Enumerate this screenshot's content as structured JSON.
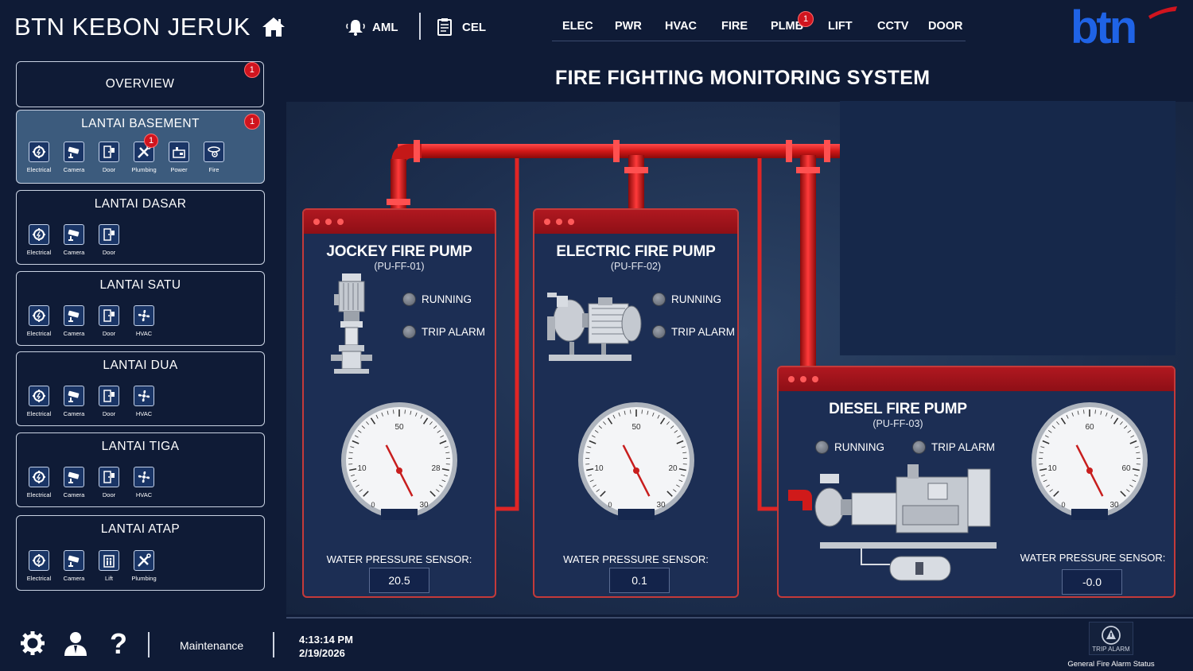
{
  "header": {
    "site_title": "BTN KEBON JERUK",
    "aml_label": "AML",
    "cel_label": "CEL",
    "nav": [
      {
        "label": "ELEC"
      },
      {
        "label": "PWR"
      },
      {
        "label": "HVAC"
      },
      {
        "label": "FIRE"
      },
      {
        "label": "PLMB",
        "badge": "1"
      },
      {
        "label": "LIFT"
      },
      {
        "label": "CCTV"
      },
      {
        "label": "DOOR"
      }
    ],
    "logo_text": "btn",
    "brand_color": "#1f63e6",
    "accent_red": "#d0141e"
  },
  "sidebar": {
    "overview": {
      "label": "OVERVIEW",
      "badge": "1"
    },
    "floors": [
      {
        "label": "LANTAI BASEMENT",
        "badge": "1",
        "active": true,
        "items": [
          {
            "label": "Electrical",
            "icon": "electrical-icon"
          },
          {
            "label": "Camera",
            "icon": "camera-icon"
          },
          {
            "label": "Door",
            "icon": "door-icon"
          },
          {
            "label": "Plumbing",
            "icon": "plumbing-icon",
            "badge": "1"
          },
          {
            "label": "Power",
            "icon": "power-icon"
          },
          {
            "label": "Fire",
            "icon": "fire-icon"
          }
        ]
      },
      {
        "label": "LANTAI DASAR",
        "items": [
          {
            "label": "Electrical",
            "icon": "electrical-icon"
          },
          {
            "label": "Camera",
            "icon": "camera-icon"
          },
          {
            "label": "Door",
            "icon": "door-icon"
          }
        ]
      },
      {
        "label": "LANTAI SATU",
        "items": [
          {
            "label": "Electrical",
            "icon": "electrical-icon"
          },
          {
            "label": "Camera",
            "icon": "camera-icon"
          },
          {
            "label": "Door",
            "icon": "door-icon"
          },
          {
            "label": "HVAC",
            "icon": "hvac-icon"
          }
        ]
      },
      {
        "label": "LANTAI DUA",
        "items": [
          {
            "label": "Electrical",
            "icon": "electrical-icon"
          },
          {
            "label": "Camera",
            "icon": "camera-icon"
          },
          {
            "label": "Door",
            "icon": "door-icon"
          },
          {
            "label": "HVAC",
            "icon": "hvac-icon"
          }
        ]
      },
      {
        "label": "LANTAI TIGA",
        "items": [
          {
            "label": "Electrical",
            "icon": "electrical-icon"
          },
          {
            "label": "Camera",
            "icon": "camera-icon"
          },
          {
            "label": "Door",
            "icon": "door-icon"
          },
          {
            "label": "HVAC",
            "icon": "hvac-icon"
          }
        ]
      },
      {
        "label": "LANTAI ATAP",
        "items": [
          {
            "label": "Electrical",
            "icon": "electrical-icon"
          },
          {
            "label": "Camera",
            "icon": "camera-icon"
          },
          {
            "label": "Lift",
            "icon": "lift-icon"
          },
          {
            "label": "Plumbing",
            "icon": "plumbing-icon"
          }
        ]
      }
    ]
  },
  "main": {
    "title": "FIRE FIGHTING MONITORING SYSTEM",
    "pumps": [
      {
        "name": "JOCKEY FIRE PUMP",
        "code": "(PU-FF-01)",
        "running_label": "RUNNING",
        "trip_label": "TRIP ALARM",
        "sensor_label": "WATER PRESSURE SENSOR:",
        "sensor_value": "20.5",
        "gauge_ticks": [
          "50",
          "10",
          "28",
          "0",
          "30"
        ],
        "needle_fraction": 0.4
      },
      {
        "name": "ELECTRIC FIRE PUMP",
        "code": "(PU-FF-02)",
        "running_label": "RUNNING",
        "trip_label": "TRIP ALARM",
        "sensor_label": "WATER PRESSURE SENSOR:",
        "sensor_value": "0.1",
        "gauge_ticks": [
          "50",
          "10",
          "20",
          "0",
          "30"
        ],
        "needle_fraction": 0.4
      },
      {
        "name": "DIESEL FIRE PUMP",
        "code": "(PU-FF-03)",
        "running_label": "RUNNING",
        "trip_label": "TRIP ALARM",
        "sensor_label": "WATER PRESSURE SENSOR:",
        "sensor_value": "-0.0",
        "gauge_ticks": [
          "60",
          "10",
          "60",
          "0",
          "30"
        ],
        "needle_fraction": 0.4
      }
    ]
  },
  "footer": {
    "maintenance_label": "Maintenance",
    "time": "4:13:14 PM",
    "date": "2/19/2026",
    "trip_alarm_label": "TRIP ALARM",
    "general_fire_label": "General Fire Alarm Status"
  }
}
